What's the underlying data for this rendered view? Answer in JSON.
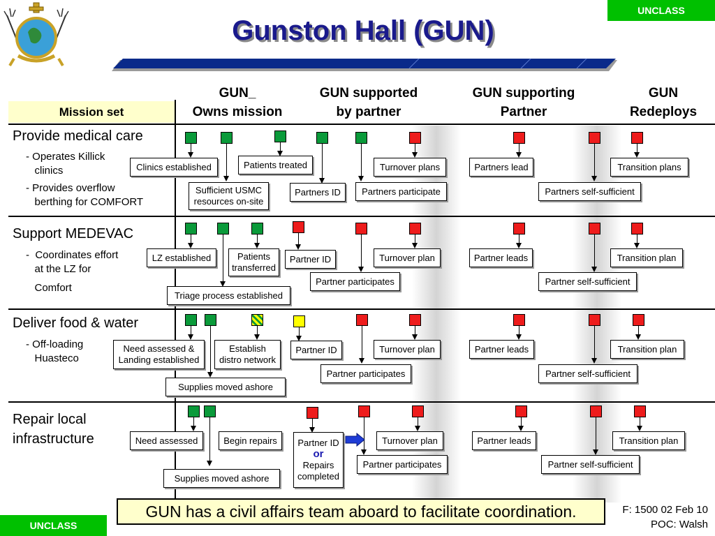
{
  "classification": {
    "top": "UNCLASS",
    "bottom": "UNCLASS"
  },
  "title": "Gunston Hall (GUN)",
  "columns": {
    "mission_set": "Mission set",
    "owns": "GUN_\nOwns mission",
    "supported": "GUN supported\nby partner",
    "supporting": "GUN supporting\nPartner",
    "redeploys": "GUN\nRedeploys"
  },
  "colors": {
    "green": "#0a9a3a",
    "red": "#ee1c1c",
    "yellow": "#ffff00",
    "header_bg": "#ffffcc",
    "title": "#1a1a8c",
    "class_bg": "#00c000"
  },
  "missions": [
    {
      "name": "Provide medical care",
      "subs": [
        "- Operates Killick\n   clinics",
        "- Provides overflow\n   berthing for COMFORT"
      ],
      "boxes": [
        "Clinics established",
        "Patients treated",
        "Sufficient USMC\nresources on-site",
        "Partners ID",
        "Turnover plans",
        "Partners participate",
        "Partners lead",
        "Partners self-sufficient",
        "Transition  plans"
      ]
    },
    {
      "name": "Support MEDEVAC",
      "subs": [
        "-  Coordinates effort\n   at the LZ for",
        "   Comfort"
      ],
      "boxes": [
        "LZ established",
        "Patients\ntransferred",
        "Triage process established",
        "Partner ID",
        "Turnover plan",
        "Partner participates",
        "Partner leads",
        "Partner self-sufficient",
        "Transition  plan"
      ]
    },
    {
      "name": "Deliver food & water",
      "subs": [
        "- Off-loading\n   Huasteco"
      ],
      "boxes": [
        "Need assessed &\nLanding established",
        "Establish\ndistro network",
        "Supplies moved ashore",
        "Partner ID",
        "Turnover plan",
        "Partner participates",
        "Partner leads",
        "Partner self-sufficient",
        "Transition  plan"
      ]
    },
    {
      "name": "Repair local\ninfrastructure",
      "subs": [],
      "boxes": [
        "Need assessed",
        "Begin repairs",
        "Supplies moved ashore",
        "Partner ID",
        "or",
        "Repairs\ncompleted",
        "Turnover plan",
        "Partner participates",
        "Partner leads",
        "Partner self-sufficient",
        "Transition  plan"
      ]
    }
  ],
  "note": "GUN has a civil affairs team aboard to facilitate coordination.",
  "footer": {
    "as_of": "F: 1500 02 Feb 10",
    "poc": "POC: Walsh"
  }
}
